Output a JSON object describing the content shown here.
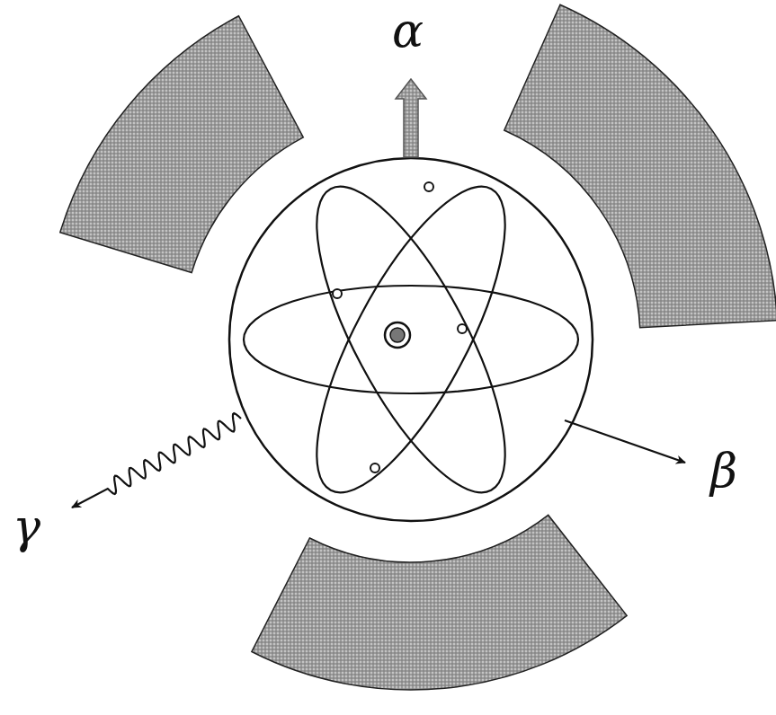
{
  "diagram": {
    "labels": [
      "α",
      "β",
      "γ"
    ]
  }
}
